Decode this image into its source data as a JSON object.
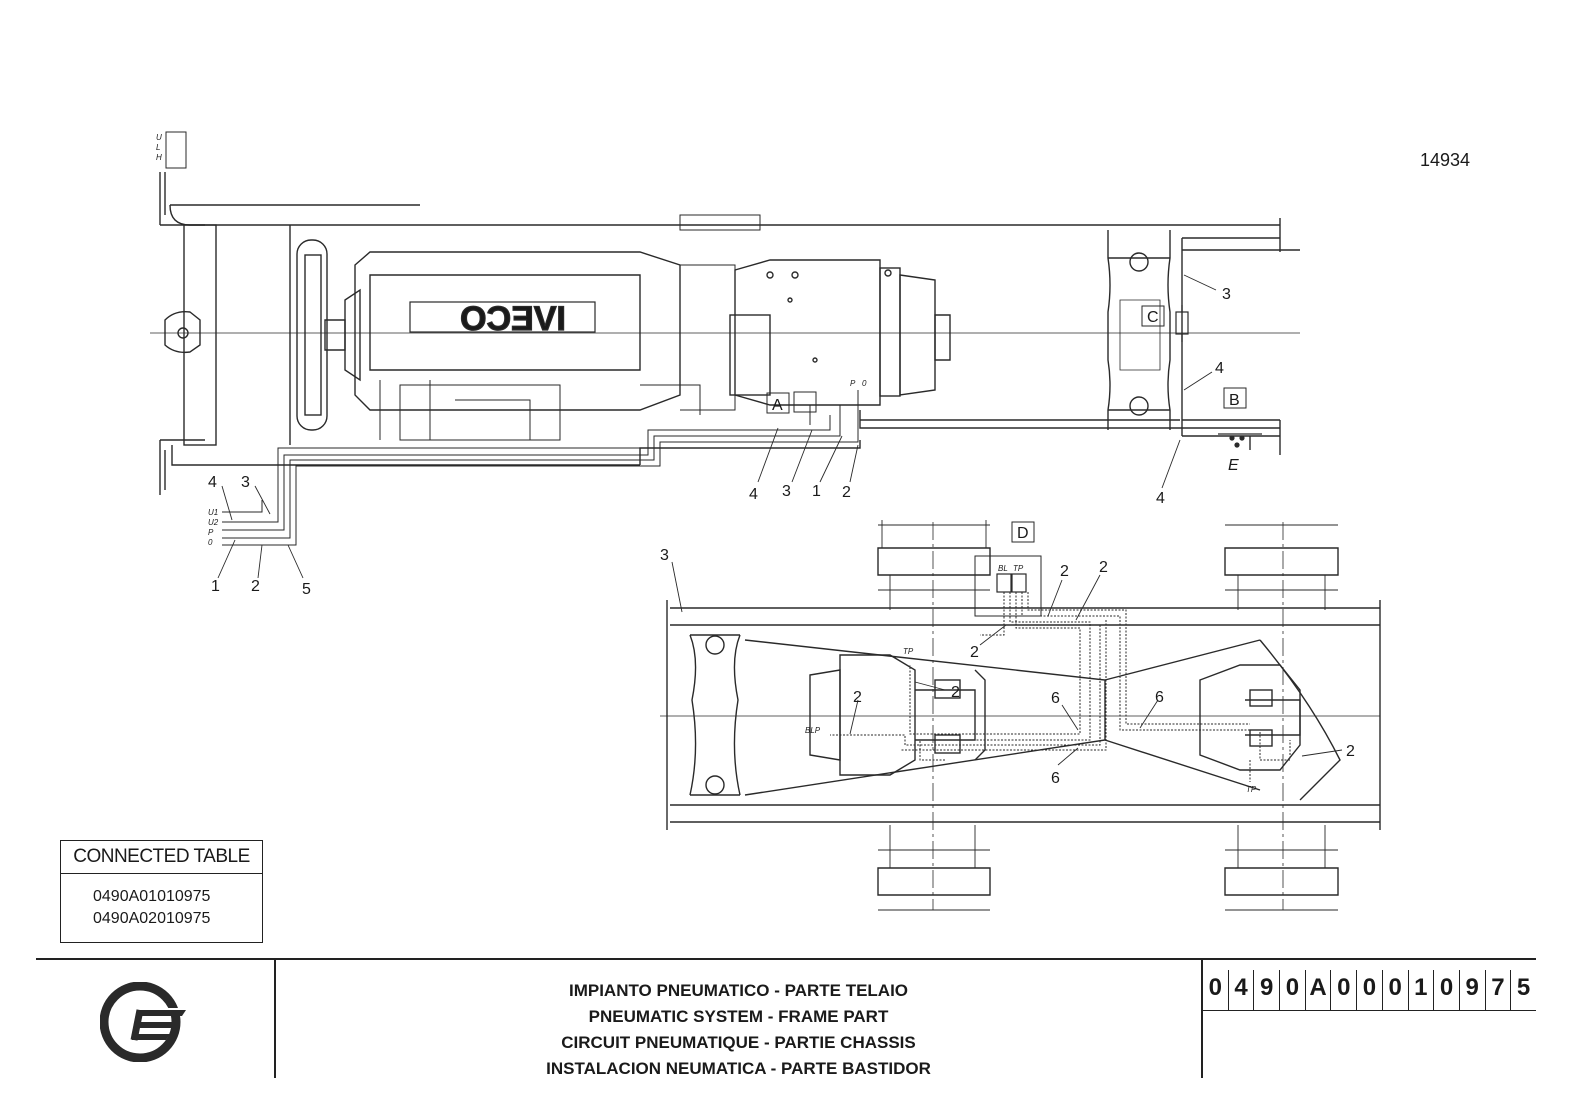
{
  "drawing": {
    "reference_number": "14934",
    "brand_lettering": "IVECO"
  },
  "upper_view": {
    "ports_top": [
      "U",
      "L",
      "H"
    ],
    "ports_left": [
      "U1",
      "U2",
      "P",
      "0"
    ],
    "ports_valve": [
      "P",
      "0"
    ],
    "detail_letters": [
      "A",
      "B",
      "C",
      "E"
    ],
    "callouts": {
      "left_4": "4",
      "left_3": "3",
      "left_1": "1",
      "left_2": "2",
      "left_5": "5",
      "mid_4": "4",
      "mid_3": "3",
      "mid_1": "1",
      "mid_2": "2",
      "right_3": "3",
      "right_4a": "4",
      "right_4b": "4"
    }
  },
  "lower_view": {
    "detail_letter": "D",
    "valve_labels": [
      "BL",
      "TP"
    ],
    "port_labels": {
      "tp_left": "TP",
      "blp": "BLP",
      "tp_right": "TP"
    },
    "callouts": {
      "c3": "3",
      "c2a": "2",
      "c2b": "2",
      "c2c": "2",
      "c2d": "2",
      "c2e": "2",
      "c2f": "2",
      "c6a": "6",
      "c6b": "6",
      "c6c": "6"
    }
  },
  "connected_table": {
    "title": "CONNECTED TABLE",
    "rows": [
      "0490A01010975",
      "0490A02010975"
    ]
  },
  "title_block": {
    "titles": [
      "IMPIANTO PNEUMATICO - PARTE TELAIO",
      "PNEUMATIC SYSTEM - FRAME PART",
      "CIRCUIT PNEUMATIQUE - PARTIE CHASSIS",
      "INSTALACION NEUMATICA - PARTE BASTIDOR"
    ],
    "code_chars": [
      "0",
      "4",
      "9",
      "0",
      "A",
      "0",
      "0",
      "0",
      "1",
      "0",
      "9",
      "7",
      "5"
    ]
  }
}
